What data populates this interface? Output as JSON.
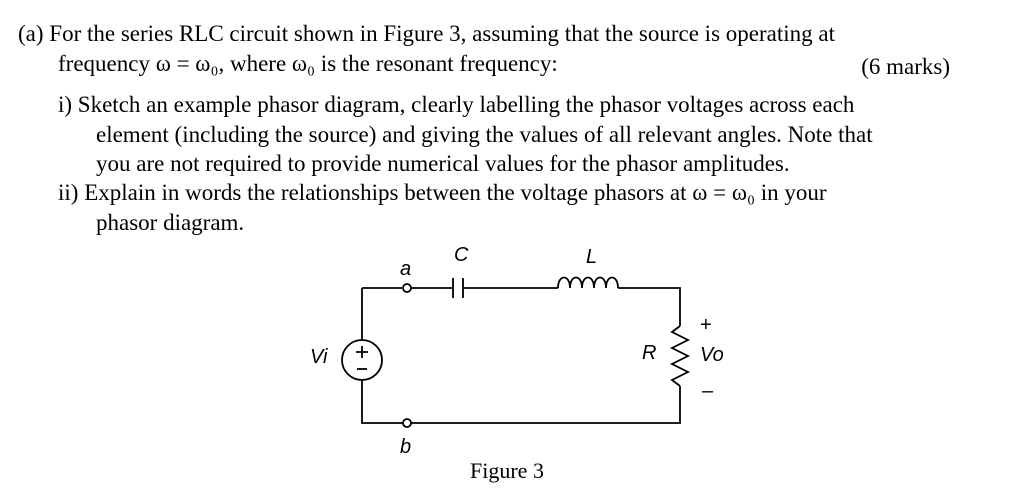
{
  "question": {
    "part_a_line1": "(a) For the series RLC circuit shown in Figure 3, assuming that the source is operating at",
    "part_a_line2": "frequency ω = ω₀, where ω₀ is the resonant frequency:",
    "marks": "(6 marks)",
    "sub_i_line1": "i)  Sketch an example phasor diagram, clearly labelling the phasor voltages across each",
    "sub_i_line2": "element (including the source) and giving the values of all relevant angles. Note that",
    "sub_i_line3": "you are not required to provide numerical values for the phasor amplitudes.",
    "sub_ii_line1": "ii)  Explain in words the relationships between the voltage phasors at ω = ω₀ in your",
    "sub_ii_line2": "phasor diagram."
  },
  "figure": {
    "node_a": "a",
    "node_b": "b",
    "capacitor": "C",
    "inductor": "L",
    "resistor": "R",
    "source": "Vi",
    "output": "Vo",
    "plus": "+",
    "minus": "–",
    "caption": "Figure 3"
  }
}
